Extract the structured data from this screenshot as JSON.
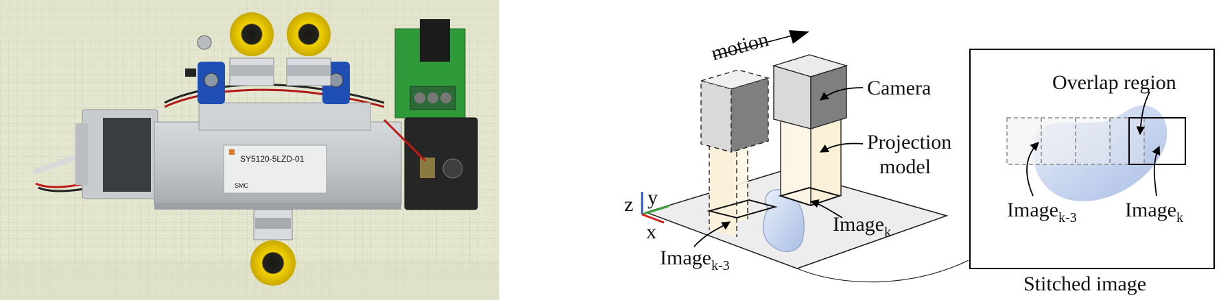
{
  "photo": {
    "valve_label": "SY5120-5LZD-01",
    "brand_label": "SMC"
  },
  "diagram": {
    "motion": "motion",
    "camera": "Camera",
    "projection_line1": "Projection",
    "projection_line2": "model",
    "image_k_base": "Image",
    "image_k_sub": "k",
    "image_k3_base": "Image",
    "image_k3_sub": "k-3",
    "axis_z": "z",
    "axis_y": "y",
    "axis_x": "x",
    "overlap_region": "Overlap region",
    "stitched_image": "Stitched image"
  },
  "colors": {
    "camera_light": "#d9d9d9",
    "camera_dark": "#7f7f7f",
    "camera_top": "#ebebeb",
    "blob_fill": "#b7c9e8",
    "projection_fill": "#fdf6e6",
    "axis_z": "#2b57c4",
    "axis_y": "#3aa53a",
    "axis_x": "#d62020",
    "tube_yellow": "#f2d100",
    "fitting_blue": "#1f4fb5",
    "pcb_green": "#2f9a3a"
  }
}
